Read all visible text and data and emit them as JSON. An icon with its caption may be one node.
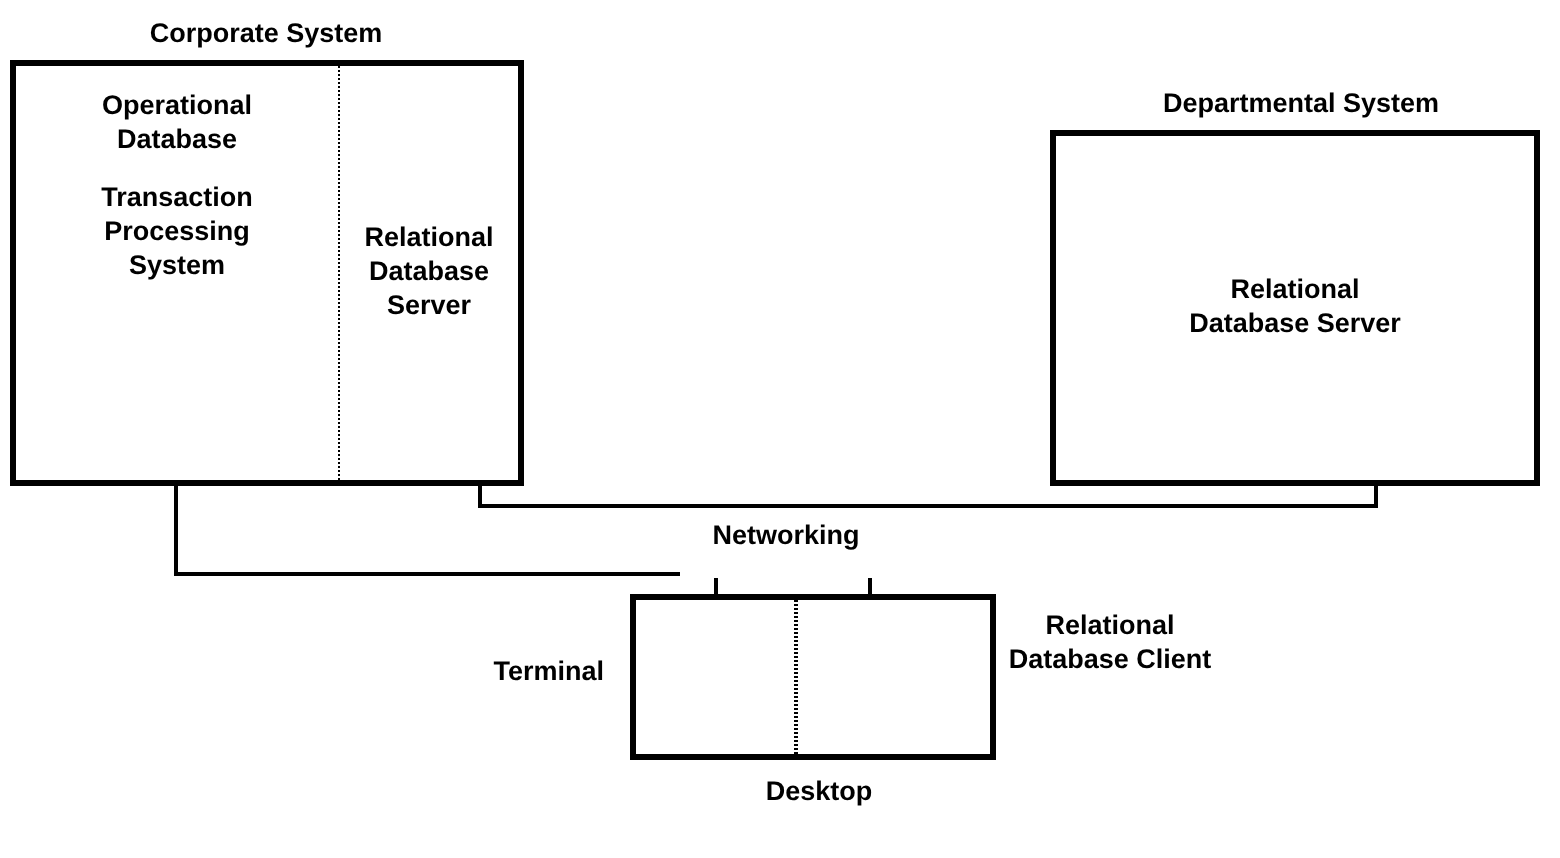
{
  "diagram": {
    "nodes": [
      {
        "text": [
          "Corporate System"
        ]
      },
      {
        "text": [
          "Operational Database",
          "Transaction Processing System"
        ],
        "in": 0
      },
      {
        "text": [
          "Relational Database Server"
        ],
        "in": 0
      },
      {
        "text": [
          "Departmental System",
          "Relational Database Server"
        ]
      },
      {
        "text": [
          "Networking"
        ]
      },
      {
        "text": [
          "Desktop"
        ]
      },
      {
        "text": [],
        "shape": "box",
        "in": 5,
        "beside": [
          "Terminal"
        ]
      },
      {
        "text": [],
        "shape": "box",
        "in": 5,
        "beside": [
          "Relational Database Client"
        ]
      }
    ],
    "edges": [
      {
        "from": 0,
        "to": 4,
        "arrow": "none"
      },
      {
        "from": 0,
        "to": 3,
        "arrow": "none"
      },
      {
        "from": 6,
        "to": 4,
        "arrow": "none"
      },
      {
        "from": 7,
        "to": 4,
        "arrow": "none"
      }
    ]
  }
}
